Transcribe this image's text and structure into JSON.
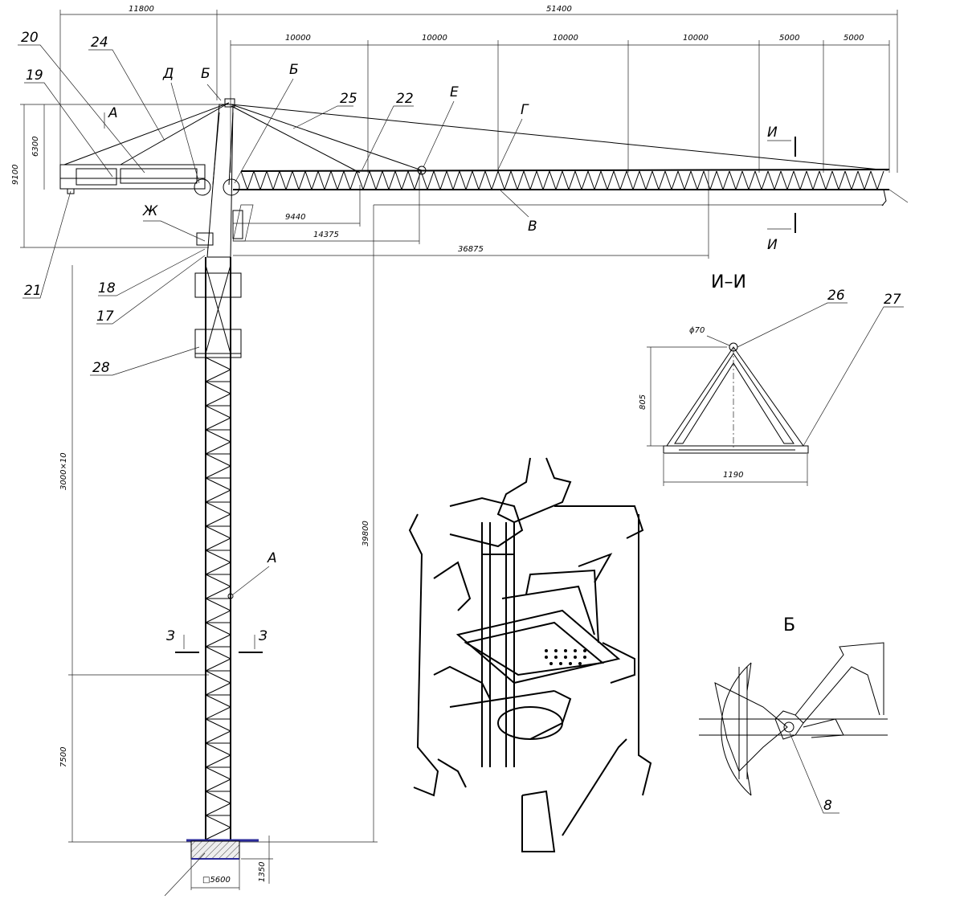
{
  "dimensions": {
    "counterjib_length": "11800",
    "jib_length": "51400",
    "jib_segments": [
      "10000",
      "10000",
      "10000",
      "10000",
      "5000",
      "5000"
    ],
    "height_9100": "9100",
    "height_6300": "6300",
    "reach_1": "9440",
    "reach_2": "14375",
    "reach_3": "36875",
    "tower_height": "39800",
    "mast_sections": "3000×10",
    "base_height": "7500",
    "foundation_size": "□5600",
    "foundation_depth": "1350",
    "section_diameter": "ϕ70",
    "section_height": "805",
    "section_width": "1190"
  },
  "callouts": [
    "20",
    "24",
    "19",
    "25",
    "22",
    "18",
    "17",
    "21",
    "28",
    "26",
    "27",
    "8"
  ],
  "letters": {
    "A_top": "А",
    "D": "Д",
    "B1": "Б",
    "B2": "Б",
    "E": "Е",
    "G": "Г",
    "V": "В",
    "Zh": "Ж",
    "I_top": "И",
    "I_bottom": "И",
    "A_mast": "А",
    "Z_left": "З",
    "Z_right": "З"
  },
  "views": {
    "section_ii": "И–И",
    "detail_b": "Б"
  }
}
